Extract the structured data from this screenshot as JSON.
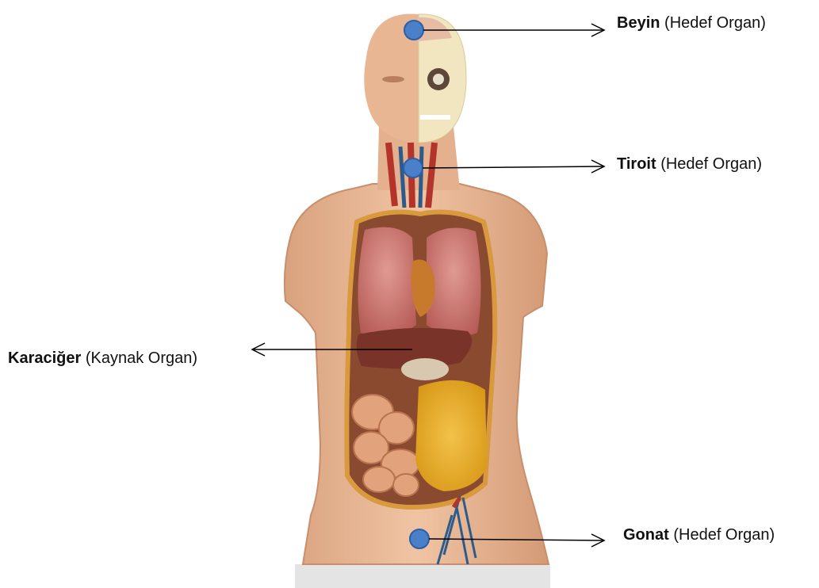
{
  "labels": {
    "brain": {
      "name": "Beyin",
      "role": "(Hedef Organ)"
    },
    "thyroid": {
      "name": "Tiroit",
      "role": "(Hedef Organ)"
    },
    "liver": {
      "name": "Karaciğer",
      "role": "(Kaynak Organ)"
    },
    "gonad": {
      "name": "Gonat",
      "role": "(Hedef Organ)"
    }
  },
  "colors": {
    "marker": "#4a7fc9",
    "marker_stroke": "#2e5ea3",
    "skin": "#e8b795",
    "lung": "#c9706b",
    "liver": "#7a3328",
    "intestine": "#e0a27a",
    "colon": "#e0a21d",
    "arrow": "#000000"
  }
}
